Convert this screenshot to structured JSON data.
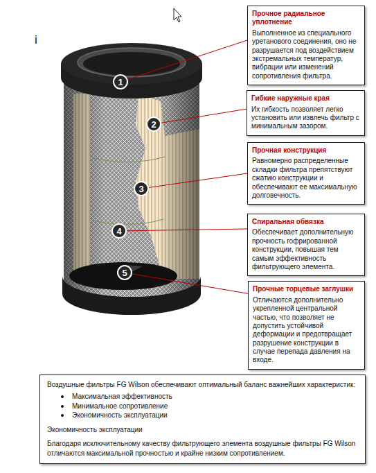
{
  "diagram": {
    "nodes": [
      {
        "text": [
          "Прочное радиальное уплотнение",
          "Выполненное из специального уретанового соединения, оно не разрушается под воздействием экстремальных температур, вибрации или изменений сопротивления фильтра."
        ]
      },
      {
        "text": [
          "Гибкие наружные края",
          "Их гибкость позволяет легко установить или извлечь фильтр с минимальным зазором."
        ]
      },
      {
        "text": [
          "Прочная конструкция",
          "Равномерно распределенные складки фильтра препятствуют сжатию конструкции и обеспечивают ее максимальную долговечность."
        ]
      },
      {
        "text": [
          "Спиральная обвязка",
          "Обеспечивает дополнительную прочность гофрированной конструкции, повышая тем самым эффективность фильтрующего элемента."
        ]
      },
      {
        "text": [
          "Прочные торцевые заглушки",
          "Отличаются дополнительно укрепленной центральной частью, что позволяет не допустить устойчивой деформации и предотвращает разрушение конструкции в случае перепада давления на входе."
        ]
      },
      {
        "text": [
          "1"
        ]
      },
      {
        "text": [
          "2"
        ]
      },
      {
        "text": [
          "3"
        ]
      },
      {
        "text": [
          "4"
        ]
      },
      {
        "text": [
          "5"
        ]
      },
      {
        "text": [
          "Воздушные фильтры FG Wilson обеспечивают оптимальный баланс важнейших характеристик:",
          "Максимальная эффективность",
          "Минимальное сопротивление",
          "Экономичность эксплуатации",
          "Экономичность эксплуатации",
          "Благодаря исключительному качеству фильтрующего элемента воздушные фильтры FG Wilson отличаются максимальной прочностью и крайне низким сопротивлением."
        ]
      }
    ],
    "edges": [
      {
        "from": 5,
        "to": 0,
        "arrow": "none"
      },
      {
        "from": 6,
        "to": 1,
        "arrow": "none"
      },
      {
        "from": 7,
        "to": 2,
        "arrow": "none"
      },
      {
        "from": 8,
        "to": 3,
        "arrow": "none"
      },
      {
        "from": 9,
        "to": 4,
        "arrow": "none"
      }
    ],
    "labels": [
      "i"
    ]
  }
}
